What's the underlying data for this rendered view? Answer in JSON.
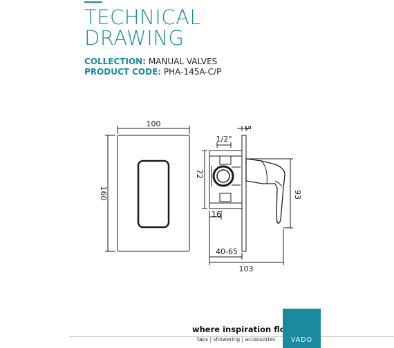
{
  "header": {
    "title_line1": "TECHNICAL",
    "title_line2": "DRAWING",
    "collection_label": "COLLECTION:",
    "collection_value": "MANUAL VALVES",
    "product_code_label": "PRODUCT CODE:",
    "product_code_value": "PHA-145A-C/P"
  },
  "dimensions": {
    "plate_width": "100",
    "plate_height": "160",
    "pipe_size": "1/2\"",
    "plate_thickness": "5",
    "body_height": "72",
    "body_depth": "16",
    "handle_height": "93",
    "install_depth": "40-65",
    "overall_depth": "103"
  },
  "footer": {
    "slogan": "where inspiration flows",
    "subline": "taps | showering | accessories",
    "logo_text": "VADO"
  },
  "colors": {
    "accent": "#1a8a9e",
    "line": "#1a1a1a"
  }
}
